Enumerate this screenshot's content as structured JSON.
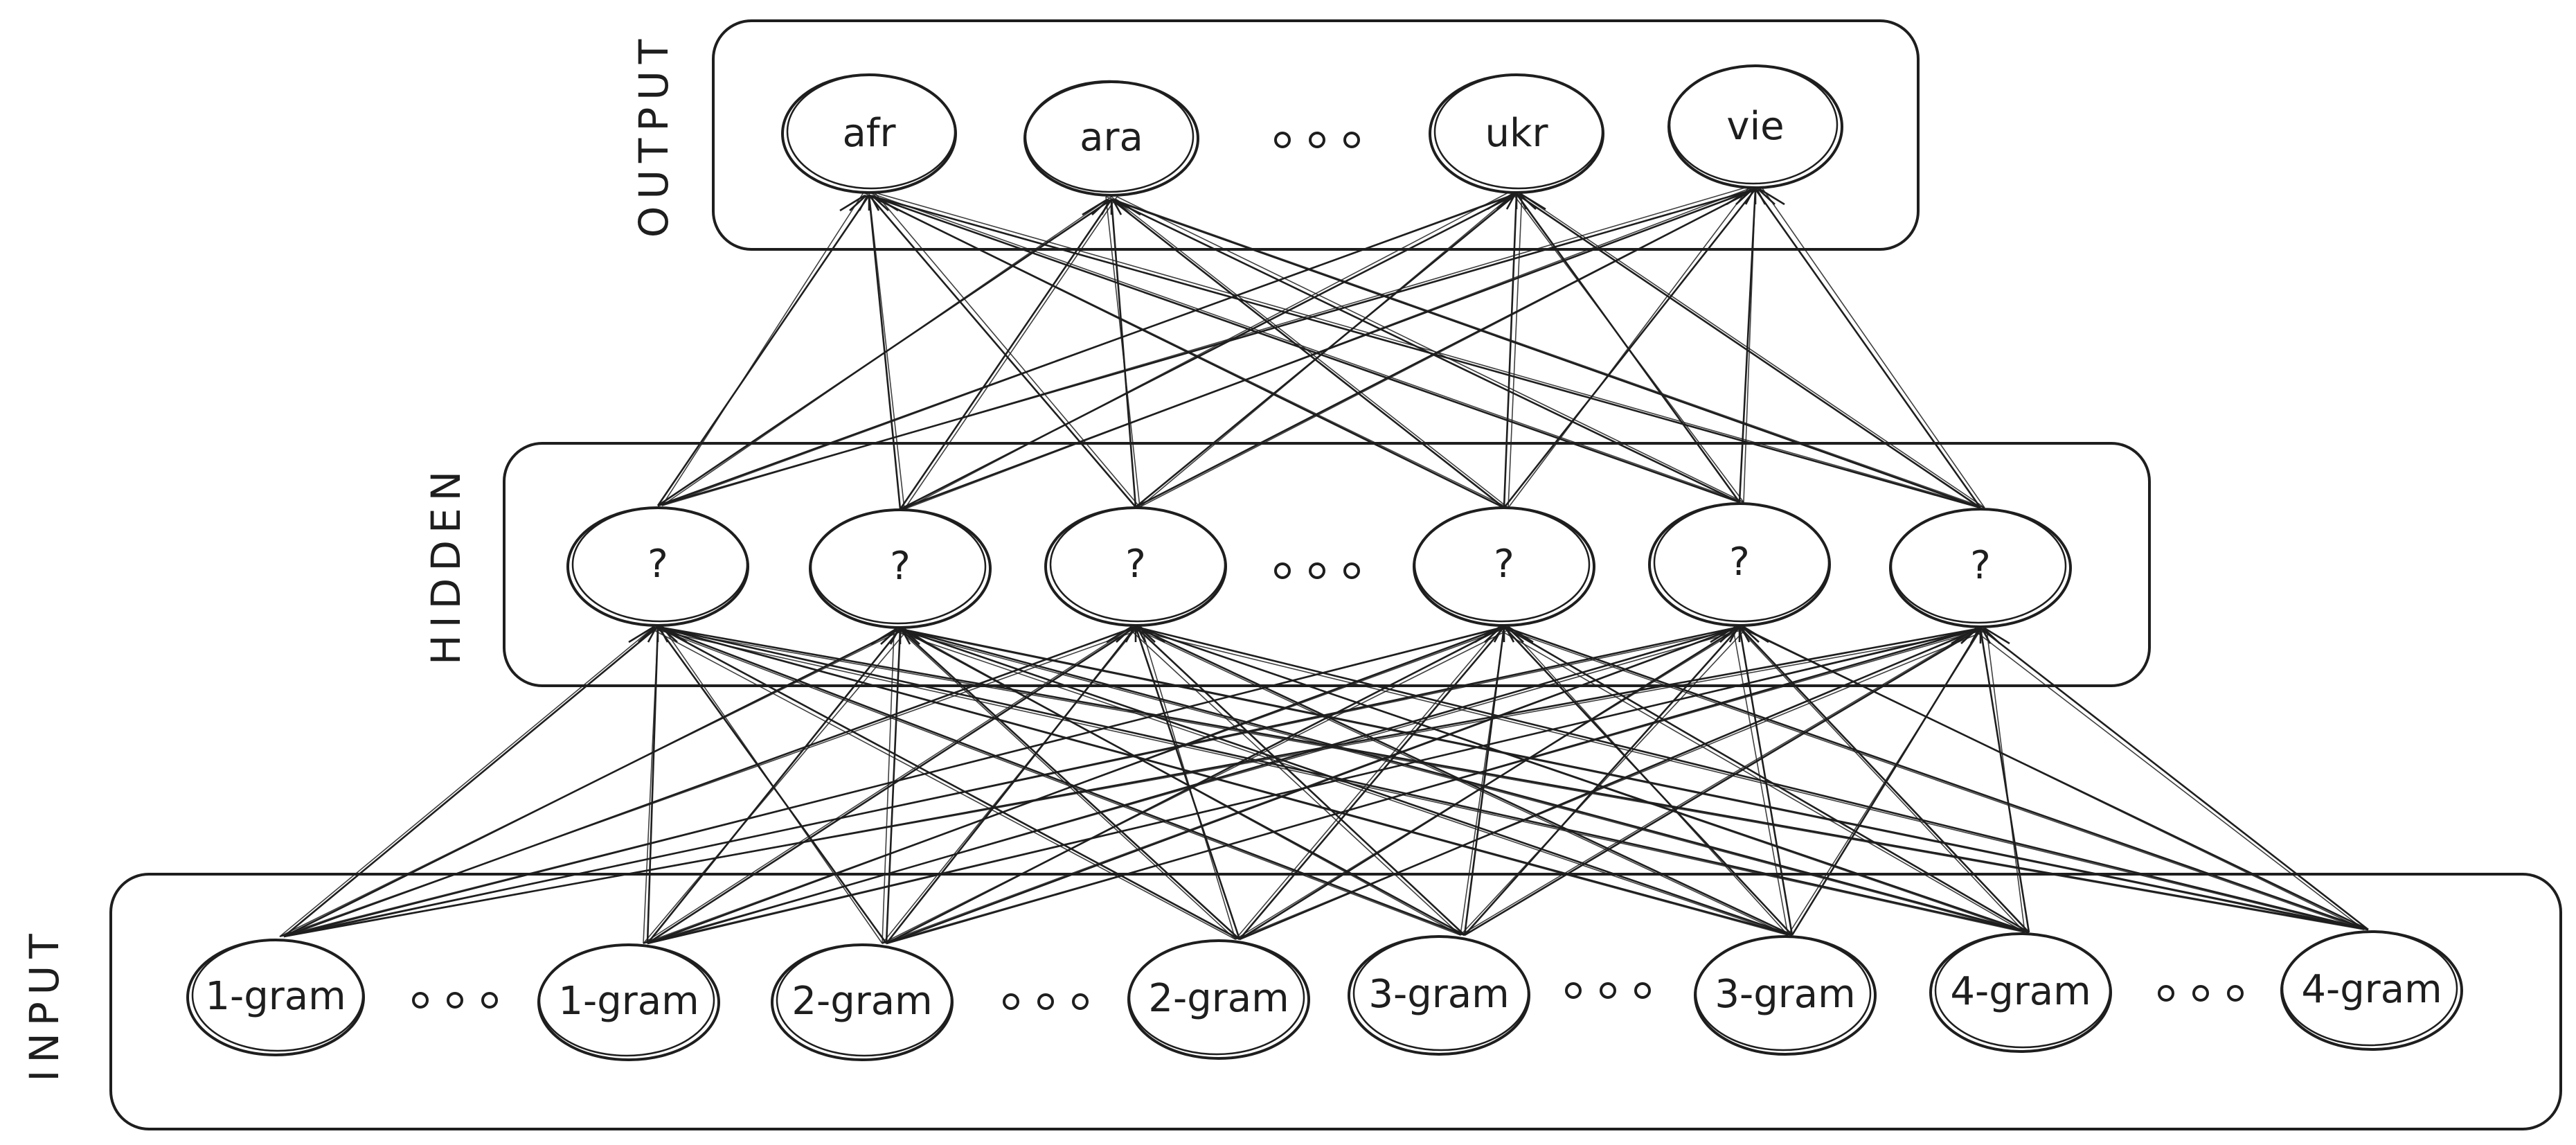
{
  "layers": {
    "output": {
      "label": "OUTPUT",
      "nodes": [
        "afr",
        "ara",
        "ukr",
        "vie"
      ]
    },
    "hidden": {
      "label": "HIDDEN",
      "nodes": [
        "?",
        "?",
        "?",
        "?",
        "?",
        "?"
      ]
    },
    "input": {
      "label": "INPUT",
      "nodes": [
        "1-gram",
        "1-gram",
        "2-gram",
        "2-gram",
        "3-gram",
        "3-gram",
        "4-gram",
        "4-gram"
      ]
    }
  },
  "colors": {
    "stroke": "#1e1e1e",
    "background": "#ffffff"
  }
}
